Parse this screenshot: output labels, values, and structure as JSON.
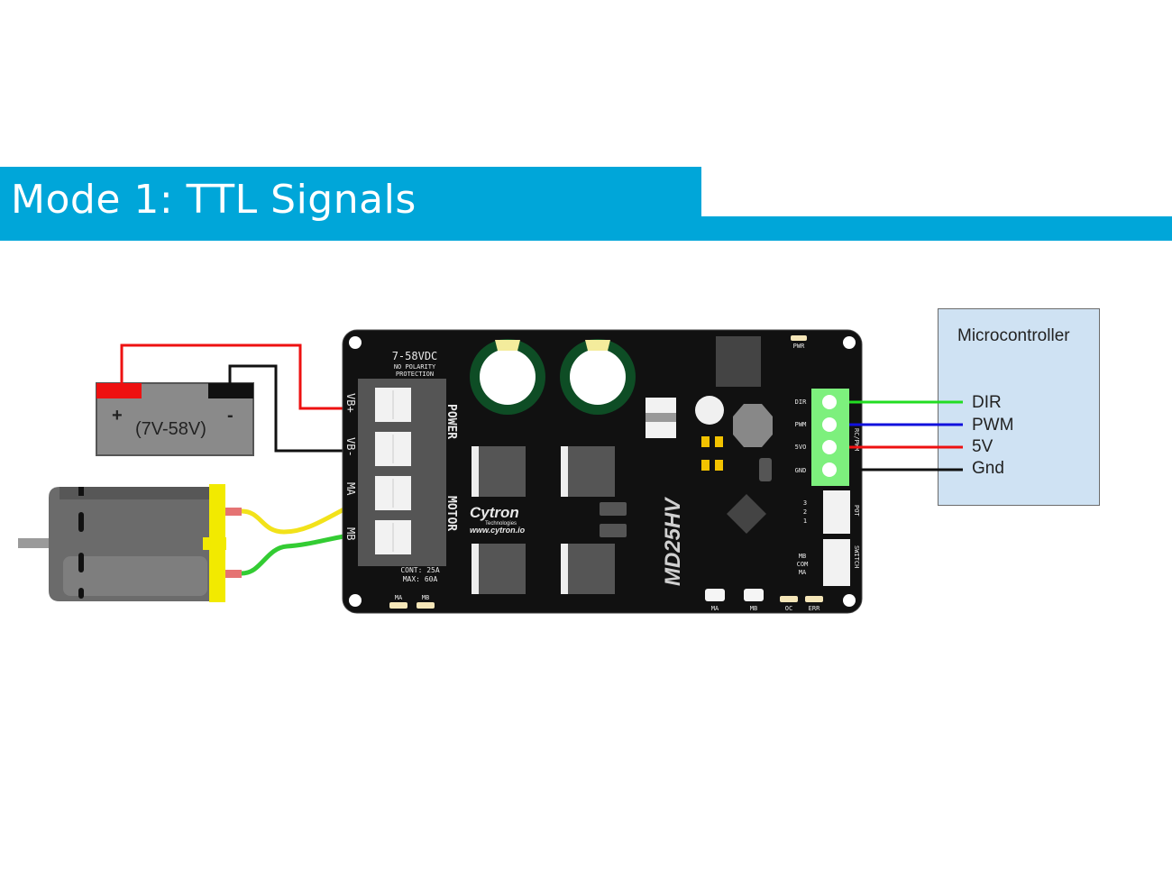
{
  "header": {
    "title": "Mode 1: TTL Signals",
    "accent_color": "#00a6d9"
  },
  "battery": {
    "label": "(7V-58V)",
    "plus_label": "+",
    "minus_label": "-"
  },
  "board": {
    "model": "MD25HV",
    "brand": "Cytron",
    "brand_sub": "Technologies",
    "url": "www.cytron.io",
    "voltage_label": "7-58VDC",
    "polarity_line1": "NO POLARITY",
    "polarity_line2": "PROTECTION",
    "power_label": "POWER",
    "motor_label": "MOTOR",
    "terminals": [
      "VB+",
      "VB-",
      "MA",
      "MB"
    ],
    "current_cont": "CONT: 25A",
    "current_max": "MAX: 60A",
    "bottom_left_leds": [
      "MA",
      "MB"
    ],
    "buttons": [
      "MA",
      "MB"
    ],
    "status_leds": [
      "OC",
      "ERR"
    ],
    "pwr_label": "PWR",
    "signal_pins": [
      "DIR",
      "PWM",
      "5VO",
      "GND"
    ],
    "signal_header_label": "RC/PWM",
    "pot_pins": [
      "3",
      "2",
      "1"
    ],
    "pot_label": "POT",
    "switch_pins": [
      "MB",
      "COM",
      "MA"
    ],
    "switch_label": "SWITCH"
  },
  "microcontroller": {
    "title": "Microcontroller",
    "pins": [
      {
        "label": "DIR",
        "wire_color": "#22dd22"
      },
      {
        "label": "PWM",
        "wire_color": "#1111dd"
      },
      {
        "label": "5V",
        "wire_color": "#ee1111"
      },
      {
        "label": "Gnd",
        "wire_color": "#111111"
      }
    ]
  },
  "wires": {
    "battery_positive": "#ee1111",
    "battery_negative": "#111111",
    "motor_a": "#f2e21a",
    "motor_b": "#33cc33"
  }
}
